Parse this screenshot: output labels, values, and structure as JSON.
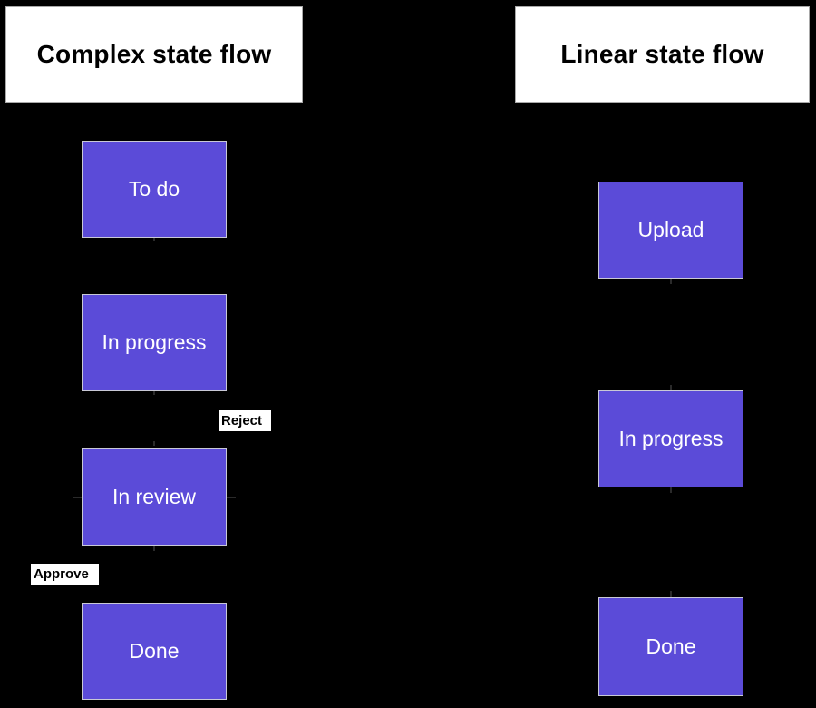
{
  "diagram": {
    "background_color": "#000000",
    "node_fill_color": "#5b4bd8",
    "node_border_color": "#c9c9d6",
    "node_text_color": "#ffffff",
    "title_fill_color": "#ffffff",
    "title_text_color": "#000000",
    "edge_label_fill_color": "#ffffff",
    "edge_label_text_color": "#000000",
    "columns": [
      {
        "id": "complex",
        "title": "Complex state flow",
        "nodes": [
          {
            "id": "todo",
            "label": "To do"
          },
          {
            "id": "in-progress",
            "label": "In progress"
          },
          {
            "id": "in-review",
            "label": "In review"
          },
          {
            "id": "done",
            "label": "Done"
          }
        ],
        "edge_labels": [
          {
            "id": "reject",
            "label": "Reject"
          },
          {
            "id": "approve",
            "label": "Approve"
          }
        ]
      },
      {
        "id": "linear",
        "title": "Linear state flow",
        "nodes": [
          {
            "id": "upload",
            "label": "Upload"
          },
          {
            "id": "in-progress",
            "label": "In progress"
          },
          {
            "id": "done",
            "label": "Done"
          }
        ],
        "edge_labels": []
      }
    ]
  }
}
